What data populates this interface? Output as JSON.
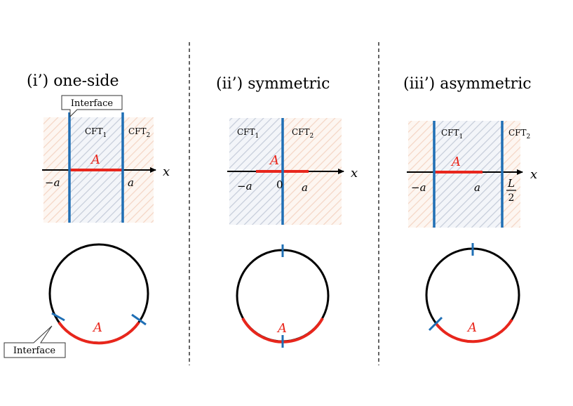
{
  "panels": [
    {
      "title": "(i’) one-side"
    },
    {
      "title": "(ii’) symmetric"
    },
    {
      "title": "(iii’) asymmetric"
    }
  ],
  "labels": {
    "cft1_base": "CFT",
    "cft1_sub": "1",
    "cft2_base": "CFT",
    "cft2_sub": "2",
    "region": "A",
    "axis": "x",
    "minus_a": "−a",
    "a": "a",
    "zero": "0",
    "half_L_num": "L",
    "half_L_den": "2",
    "interface": "Interface"
  },
  "colors": {
    "interface_line": "#1f6fb5",
    "region": "#e8261c",
    "cft1_hatch": "#c5ccd9",
    "cft2_hatch": "#f4d5c4",
    "divider": "#222222"
  }
}
